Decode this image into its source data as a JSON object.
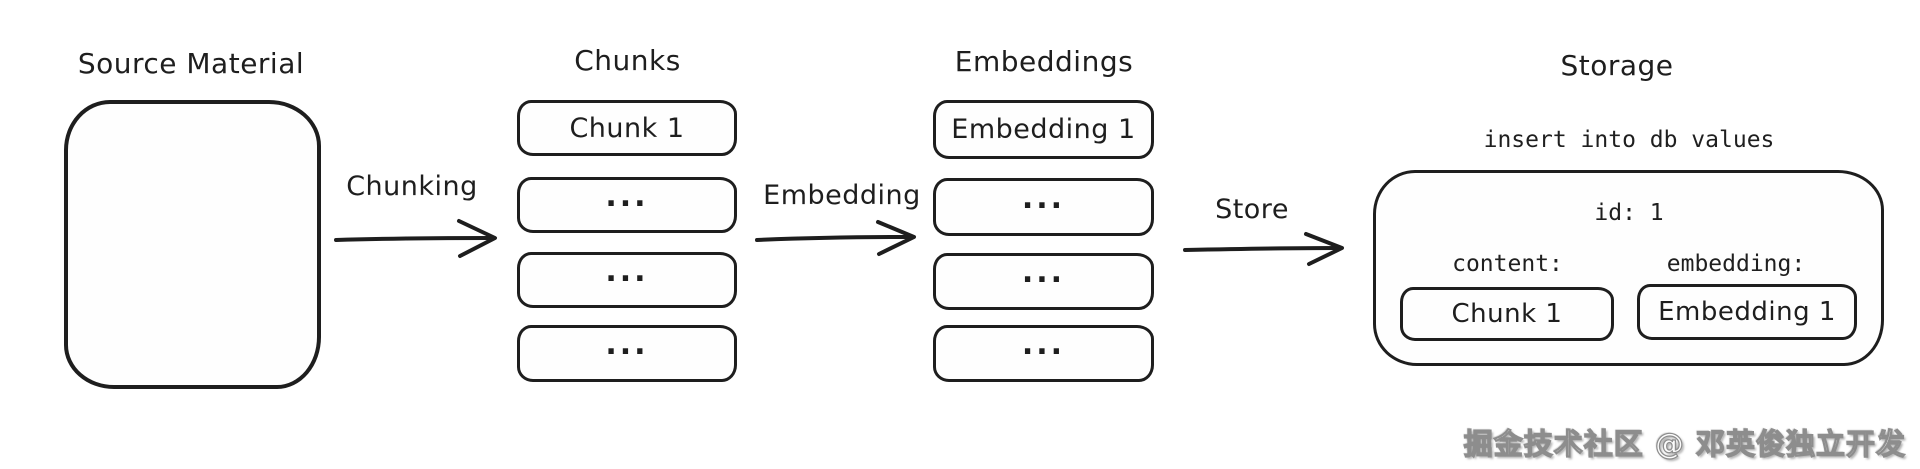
{
  "canvas": {
    "background": "#ffffff",
    "stroke_color": "#1e1e1e"
  },
  "sections": {
    "source": {
      "title": "Source Material"
    },
    "chunks": {
      "title": "Chunks",
      "items": [
        "Chunk 1",
        "...",
        "...",
        "..."
      ]
    },
    "embeddings": {
      "title": "Embeddings",
      "items": [
        "Embedding 1",
        "...",
        "...",
        "..."
      ]
    },
    "storage": {
      "title": "Storage",
      "caption": "insert into db values",
      "record": {
        "id": "id: 1",
        "content_label": "content:",
        "content_value": "Chunk 1",
        "embedding_label": "embedding:",
        "embedding_value": "Embedding 1"
      }
    }
  },
  "arrows": [
    {
      "label": "Chunking"
    },
    {
      "label": "Embedding"
    },
    {
      "label": "Store"
    }
  ],
  "watermark": "掘金技术社区 @ 邓英俊独立开发"
}
